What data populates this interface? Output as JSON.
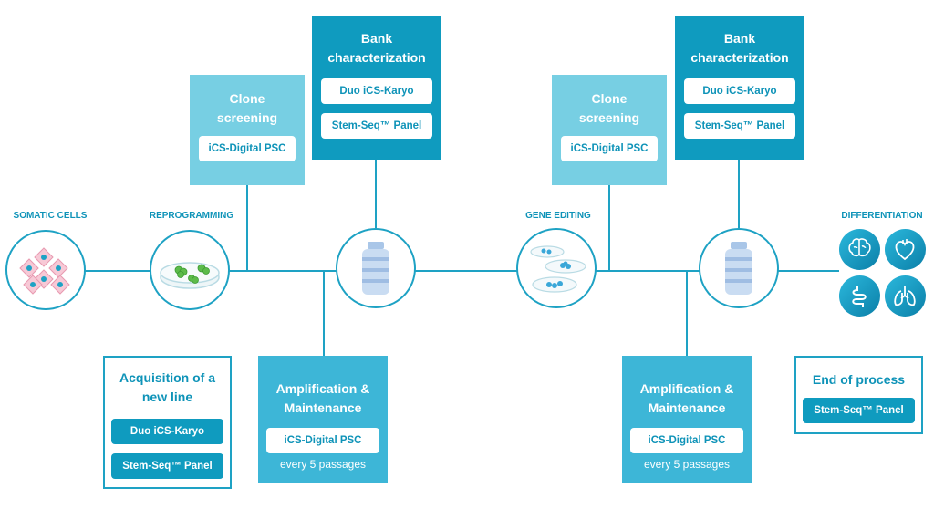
{
  "stages": {
    "somatic": "SOMATIC CELLS",
    "reprogramming": "REPROGRAMMING",
    "gene_editing": "GENE EDITING",
    "differentiation": "DIFFERENTIATION"
  },
  "clone_screening_1": {
    "title_line1": "Clone",
    "title_line2": "screening",
    "items": [
      "iCS-Digital PSC"
    ]
  },
  "bank_1": {
    "title_line1": "Bank",
    "title_line2": "characterization",
    "items": [
      "Duo iCS-Karyo",
      "Stem-Seq™ Panel"
    ]
  },
  "clone_screening_2": {
    "title_line1": "Clone",
    "title_line2": "screening",
    "items": [
      "iCS-Digital PSC"
    ]
  },
  "bank_2": {
    "title_line1": "Bank",
    "title_line2": "characterization",
    "items": [
      "Duo iCS-Karyo",
      "Stem-Seq™ Panel"
    ]
  },
  "acquisition": {
    "title_line1": "Acquisition of a",
    "title_line2": "new line",
    "items": [
      "Duo iCS-Karyo",
      "Stem-Seq™ Panel"
    ]
  },
  "amplification_1": {
    "title_line1": "Amplification &",
    "title_line2": "Maintenance",
    "items": [
      "iCS-Digital PSC"
    ],
    "note": "every 5 passages"
  },
  "amplification_2": {
    "title_line1": "Amplification &",
    "title_line2": "Maintenance",
    "items": [
      "iCS-Digital PSC"
    ],
    "note": "every 5 passages"
  },
  "end_of_process": {
    "title": "End of process",
    "items": [
      "Stem-Seq™ Panel"
    ]
  },
  "icons": {
    "somatic": "cell-cluster-icon",
    "reprogramming": "petri-dish-icon",
    "bank_1": "cryo-bottle-icon",
    "gene_editing": "stacked-dishes-icon",
    "bank_2": "cryo-bottle-icon",
    "organs": [
      "brain-icon",
      "heart-icon",
      "intestine-icon",
      "lungs-icon"
    ]
  },
  "colors": {
    "accent": "#1ea2c4",
    "light_box": "#77cfe3",
    "dark_box": "#0f9bbf",
    "text": "#0e93b8"
  }
}
